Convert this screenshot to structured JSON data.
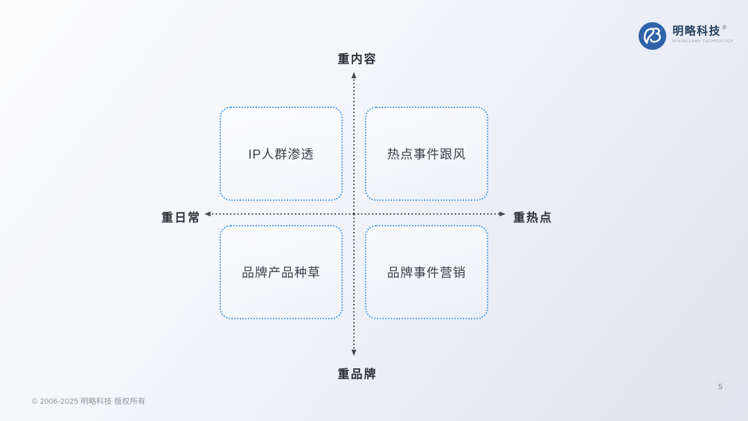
{
  "logo": {
    "wordmark": "明略科技",
    "registered_mark": "®",
    "subtitle": "MININGLAMP TECHNOLOGY"
  },
  "axes": {
    "top": "重内容",
    "bottom": "重品牌",
    "left": "重日常",
    "right": "重热点"
  },
  "quadrants": {
    "top_left": "IP人群渗透",
    "top_right": "热点事件跟风",
    "bottom_left": "品牌产品种草",
    "bottom_right": "品牌事件营销"
  },
  "footer": {
    "copyright": "© 2006-2025 明略科技 版权所有",
    "page_number": "5"
  },
  "colors": {
    "axis_line": "#45484d",
    "box_border": "#4aa0ef",
    "logo_blue": "#2e63a9",
    "wordmark_navy": "#26405f",
    "background_start": "#fcfcfd",
    "background_end": "#dfe4ef"
  }
}
